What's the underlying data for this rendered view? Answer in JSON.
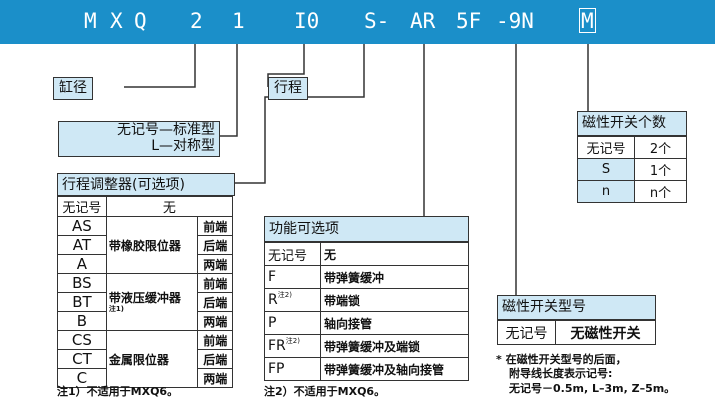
{
  "model_code": [
    "M",
    "X",
    "Q",
    "2",
    "1",
    "I0",
    "S-",
    "AR",
    "5F",
    "-9N",
    "M"
  ],
  "bore": {
    "label": "缸径"
  },
  "type": {
    "line1": "无记号—标准型",
    "line2": "L—对称型"
  },
  "stroke": {
    "label": "行程"
  },
  "adjuster": {
    "title": "行程调整器(可选项)",
    "header": [
      "无记号",
      "无"
    ],
    "groups": [
      {
        "name": "带橡胶限位器",
        "note": "",
        "rows": [
          {
            "code": "AS",
            "pos": "前端"
          },
          {
            "code": "AT",
            "pos": "后端"
          },
          {
            "code": "A",
            "pos": "两端"
          }
        ]
      },
      {
        "name": "带液压缓冲器",
        "note": "注1)",
        "rows": [
          {
            "code": "BS",
            "pos": "前端"
          },
          {
            "code": "BT",
            "pos": "后端"
          },
          {
            "code": "B",
            "pos": "两端"
          }
        ]
      },
      {
        "name": "金属限位器",
        "note": "",
        "rows": [
          {
            "code": "CS",
            "pos": "前端"
          },
          {
            "code": "CT",
            "pos": "后端"
          },
          {
            "code": "C",
            "pos": "两端"
          }
        ]
      }
    ],
    "footnote": "注1）不适用于MXQ6。"
  },
  "function": {
    "title": "功能可选项",
    "rows": [
      {
        "code": "无记号",
        "sup": "",
        "desc": "无"
      },
      {
        "code": "F",
        "sup": "",
        "desc": "带弹簧缓冲"
      },
      {
        "code": "R",
        "sup": "注2)",
        "desc": "带端锁"
      },
      {
        "code": "P",
        "sup": "",
        "desc": "轴向接管"
      },
      {
        "code": "FR",
        "sup": "注2)",
        "desc": "带弹簧缓冲及端锁"
      },
      {
        "code": "FP",
        "sup": "",
        "desc": "带弹簧缓冲及轴向接管"
      }
    ],
    "footnote": "注2）不适用于MXQ6。"
  },
  "switch_type": {
    "title": "磁性开关型号",
    "row": {
      "code": "无记号",
      "desc": "无磁性开关"
    },
    "note_line1": "* 在磁性开关型号的后面，",
    "note_line2": "附导线长度表示记号:",
    "note_line3": "无记号－0.5m, L–3m, Z–5m。"
  },
  "switch_count": {
    "title": "磁性开关个数",
    "rows": [
      {
        "code": "无记号",
        "count": "2个"
      },
      {
        "code": "S",
        "count": "1个"
      },
      {
        "code": "n",
        "count": "n个"
      }
    ]
  },
  "colors": {
    "code_bar": "#1b8fc9",
    "label_bg": "#cfe8f5",
    "line": "#333333"
  }
}
